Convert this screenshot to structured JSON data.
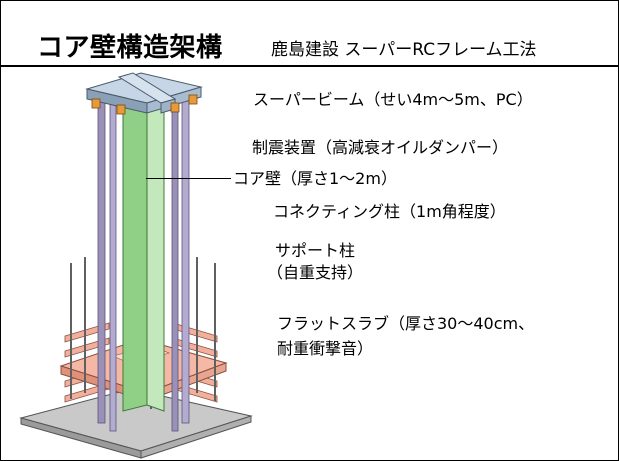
{
  "title": "コア壁構造架構",
  "subtitle": "鹿島建設 スーパーRCフレーム工法",
  "labels": {
    "super_beam": "スーパービーム（せい4m～5m、PC）",
    "damper": "制震装置（高減衰オイルダンパー）",
    "core_wall": "コア壁（厚さ1～2m）",
    "connecting_column": "コネクティング柱（1m角程度）",
    "support_column_1": "サポート柱",
    "support_column_2": "（自重支持）",
    "flat_slab_1": "フラットスラブ（厚さ30～40cm、",
    "flat_slab_2": "耐重衝撃音）"
  },
  "colors": {
    "core": "#a9dca0",
    "beam": "#b4c8dc",
    "slab": "#f2b09c",
    "column": "#9a90b8",
    "damper": "#e69a3c"
  }
}
